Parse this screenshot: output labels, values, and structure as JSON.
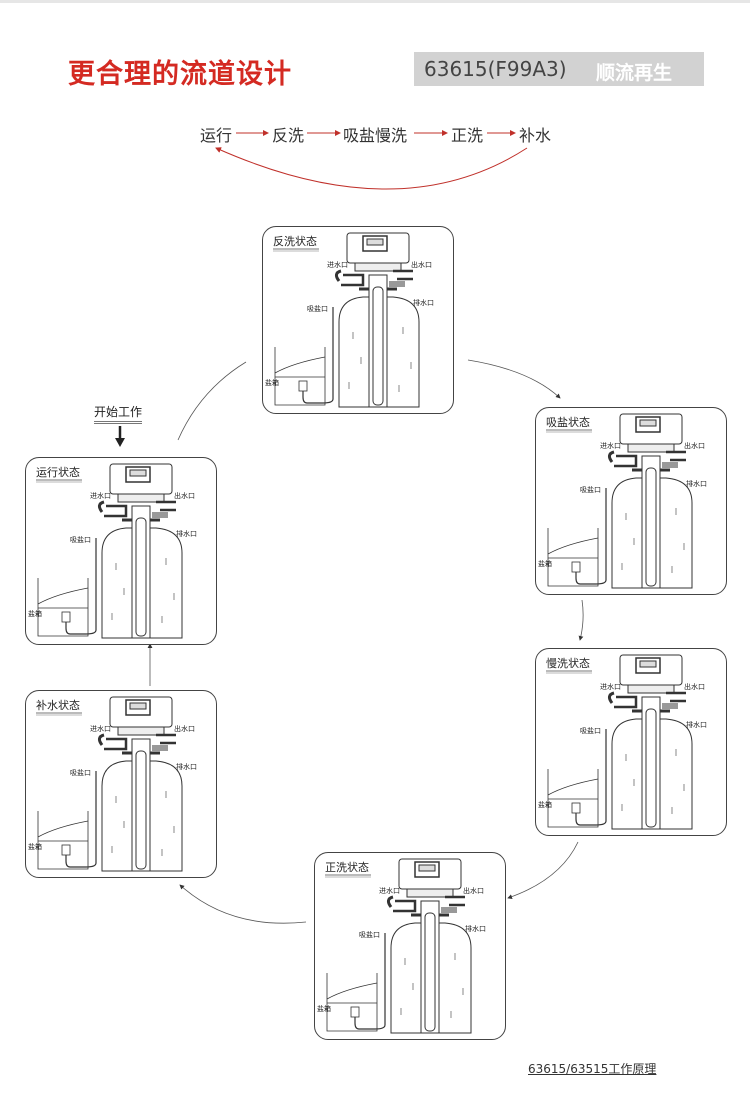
{
  "header": {
    "title": "更合理的流道设计",
    "model": "63615(F99A3)",
    "mode": "顺流再生",
    "accent_color": "#d42a22",
    "badge_color": "#d2d2d2"
  },
  "flow_steps": [
    "运行",
    "反洗",
    "吸盐慢洗",
    "正洗",
    "补水"
  ],
  "start_label": "开始工作",
  "port_labels": {
    "inlet": "进水口",
    "outlet": "出水口",
    "drain": "排水口",
    "brine": "吸盐口",
    "brine_tank": "盐箱"
  },
  "panels": [
    {
      "title": "反洗状态"
    },
    {
      "title": "吸盐状态"
    },
    {
      "title": "慢洗状态"
    },
    {
      "title": "正洗状态"
    },
    {
      "title": "补水状态"
    },
    {
      "title": "运行状态"
    }
  ],
  "caption": "63615/63515工作原理"
}
